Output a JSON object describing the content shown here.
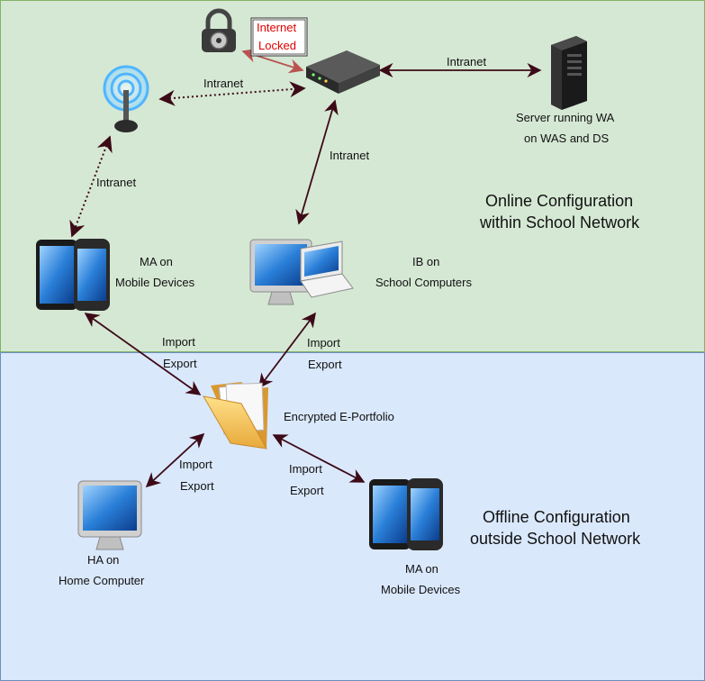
{
  "zones": {
    "online": {
      "line1": "Online Configuration",
      "line2": "within School Network",
      "fill": "#d5e8d4"
    },
    "offline": {
      "line1": "Offline Configuration",
      "line2": "outside School Network",
      "fill": "#dae8fc"
    }
  },
  "internet_lock": {
    "line1": "Internet",
    "line2": "Locked"
  },
  "nodes": {
    "server": {
      "line1": "Server running WA",
      "line2": "on WAS and DS",
      "icon": "server-tower-icon"
    },
    "router": {
      "icon": "router-icon"
    },
    "lock": {
      "icon": "padlock-icon"
    },
    "wifi": {
      "icon": "wifi-antenna-icon"
    },
    "mobile_online": {
      "line1": "MA on",
      "line2": "Mobile Devices",
      "icon": "tablet-phone-icon"
    },
    "school_computers": {
      "line1": "IB on",
      "line2": "School Computers",
      "icon": "desktop-laptop-icon"
    },
    "portfolio": {
      "label": "Encrypted E-Portfolio",
      "icon": "folder-icon"
    },
    "home_computer": {
      "line1": "HA on",
      "line2": "Home Computer",
      "icon": "desktop-icon"
    },
    "mobile_offline": {
      "line1": "MA on",
      "line2": "Mobile Devices",
      "icon": "tablet-phone-icon"
    }
  },
  "edges": {
    "intranet": "Intranet",
    "import": "Import",
    "export": "Export"
  },
  "colors": {
    "arrow": "#3d0a17",
    "lock_arrow": "#b85450",
    "red_text": "#e00000"
  }
}
